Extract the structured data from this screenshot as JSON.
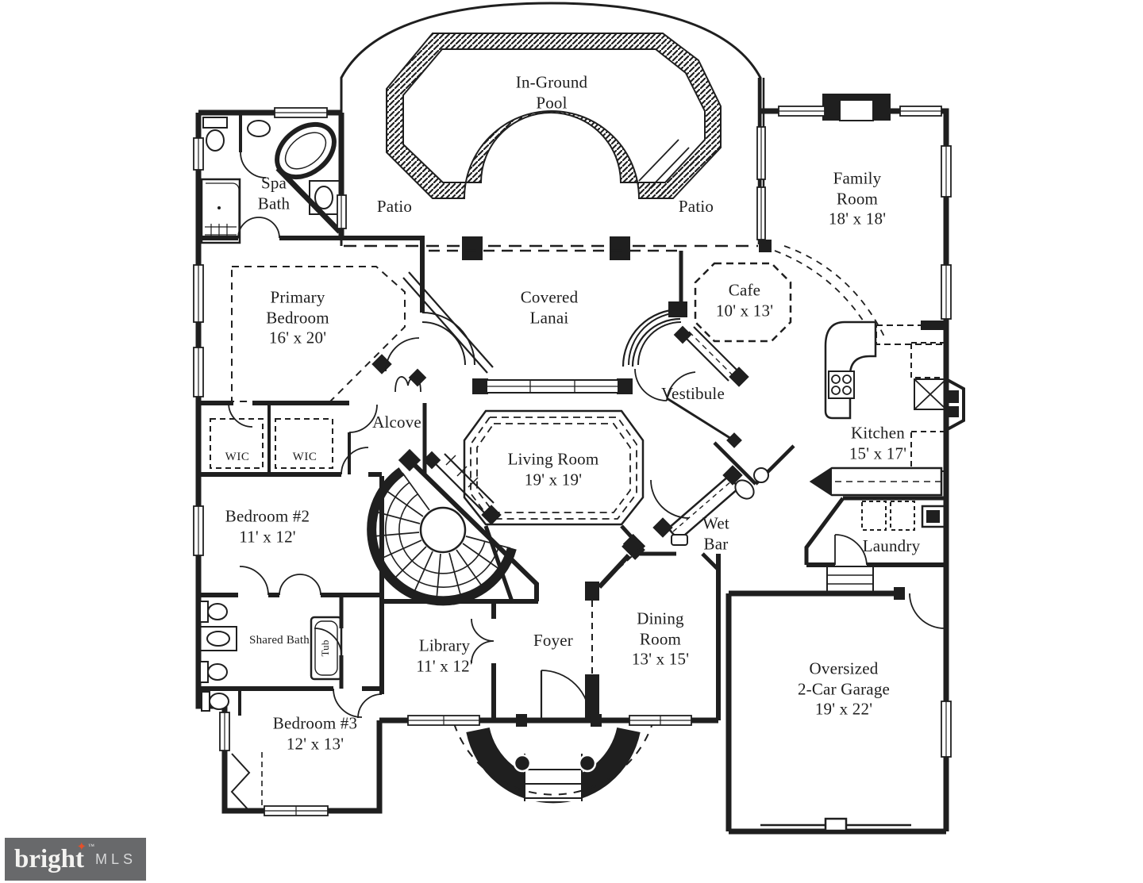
{
  "labels": {
    "pool": "In-Ground\nPool",
    "patio_left": "Patio",
    "patio_right": "Patio",
    "spa_bath": "Spa\nBath",
    "family_room": "Family\nRoom\n18' x 18'",
    "primary_bedroom": "Primary\nBedroom\n16' x 20'",
    "covered_lanai": "Covered\nLanai",
    "cafe": "Cafe\n10' x 13'",
    "vestibule": "Vestibule",
    "alcove": "Alcove",
    "wic_left": "WIC",
    "wic_right": "WIC",
    "kitchen": "Kitchen\n15' x 17'",
    "living_room": "Living Room\n19' x 19'",
    "bedroom2": "Bedroom #2\n11' x 12'",
    "wet_bar": "Wet\nBar",
    "laundry": "Laundry",
    "shared_bath": "Shared Bath",
    "tub": "Tub",
    "library": "Library\n11' x 12'",
    "foyer": "Foyer",
    "dining_room": "Dining\nRoom\n13' x 15'",
    "bedroom3": "Bedroom #3\n12' x 13'",
    "garage": "Oversized\n2-Car Garage\n19' x 22'"
  },
  "logo": {
    "brand": "bright",
    "tm": "TM",
    "suffix": "MLS",
    "star_color": "#e4502a",
    "bg_color": "#68696b"
  },
  "colors": {
    "ink": "#1f1f1f",
    "background": "#ffffff"
  }
}
